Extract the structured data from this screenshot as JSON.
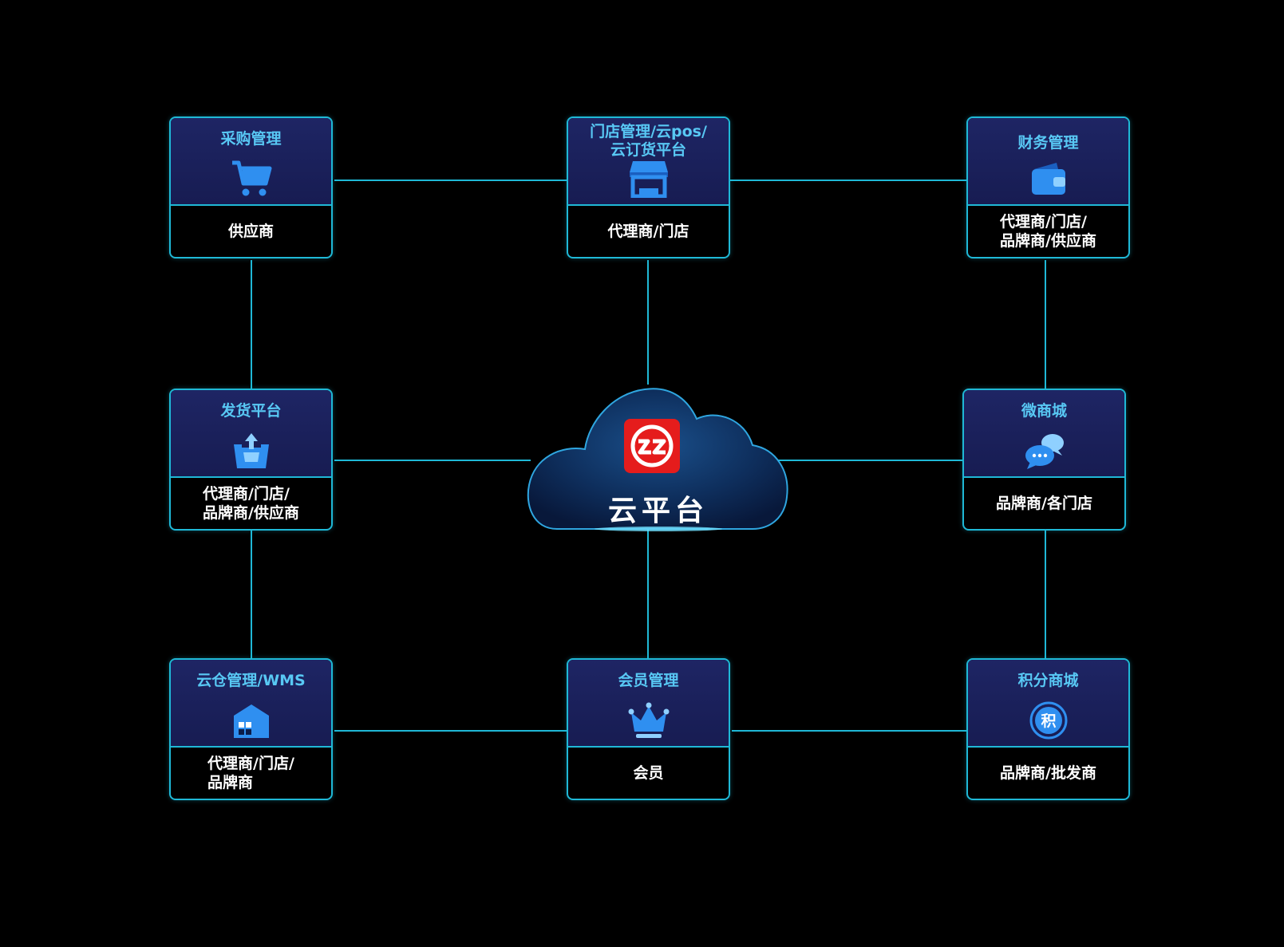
{
  "nodes": {
    "purchase": {
      "title": "采购管理",
      "role": "供应商",
      "icon": "shopping-cart-icon"
    },
    "store": {
      "title": "门店管理/云pos/\n云订货平台",
      "role": "代理商/门店",
      "icon": "storefront-icon"
    },
    "finance": {
      "title": "财务管理",
      "role": "代理商/门店/\n品牌商/供应商",
      "icon": "wallet-icon"
    },
    "shipping": {
      "title": "发货平台",
      "role": "代理商/门店/\n品牌商/供应商",
      "icon": "outbox-upload-icon"
    },
    "wechat_mall": {
      "title": "微商城",
      "role": "品牌商/各门店",
      "icon": "chat-bubbles-icon"
    },
    "warehouse": {
      "title": "云仓管理/WMS",
      "role": "代理商/门店/\n品牌商",
      "icon": "warehouse-icon"
    },
    "member": {
      "title": "会员管理",
      "role": "会员",
      "icon": "crown-icon"
    },
    "points_mall": {
      "title": "积分商城",
      "role": "品牌商/批发商",
      "icon": "points-badge-icon",
      "badge_text": "积"
    }
  },
  "center": {
    "label": "云平台",
    "icon": "company-logo-icon"
  },
  "colors": {
    "background": "#000000",
    "line": "#1fb8d6",
    "card_top": "#1e2564",
    "title": "#58c8f4",
    "icon": "#2f8ff0",
    "logo": "#e51c1c"
  }
}
